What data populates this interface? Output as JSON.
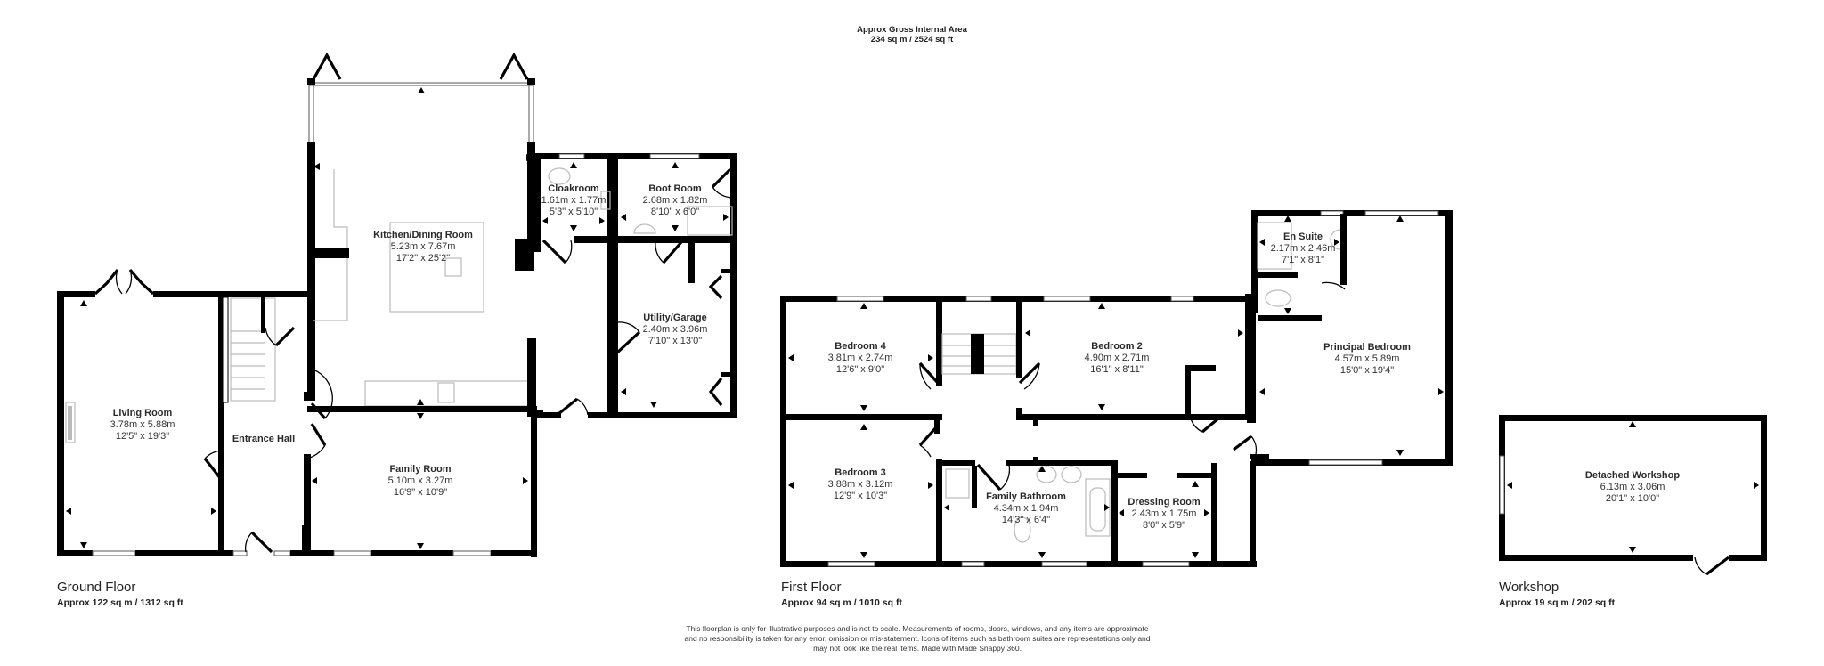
{
  "gross_area": {
    "title": "Approx Gross Internal Area",
    "value": "234 sq m / 2524 sq ft"
  },
  "floors": [
    {
      "name": "Ground Floor",
      "area": "Approx 122 sq m / 1312 sq ft",
      "rooms": [
        {
          "name": "Kitchen/Dining Room",
          "metric": "5.23m x 7.67m",
          "imperial": "17'2\" x 25'2\""
        },
        {
          "name": "Cloakroom",
          "metric": "1.61m x 1.77m",
          "imperial": "5'3\" x 5'10\""
        },
        {
          "name": "Boot Room",
          "metric": "2.68m x 1.82m",
          "imperial": "8'10\" x 6'0\""
        },
        {
          "name": "Utility/Garage",
          "metric": "2.40m x 3.96m",
          "imperial": "7'10\" x 13'0\""
        },
        {
          "name": "Living Room",
          "metric": "3.78m x 5.88m",
          "imperial": "12'5\" x 19'3\""
        },
        {
          "name": "Entrance Hall",
          "metric": "",
          "imperial": ""
        },
        {
          "name": "Family Room",
          "metric": "5.10m x 3.27m",
          "imperial": "16'9\" x 10'9\""
        }
      ]
    },
    {
      "name": "First Floor",
      "area": "Approx 94 sq m / 1010 sq ft",
      "rooms": [
        {
          "name": "Bedroom 4",
          "metric": "3.81m x 2.74m",
          "imperial": "12'6\" x 9'0\""
        },
        {
          "name": "Bedroom 2",
          "metric": "4.90m x 2.71m",
          "imperial": "16'1\" x 8'11\""
        },
        {
          "name": "Bedroom 3",
          "metric": "3.88m x 3.12m",
          "imperial": "12'9\" x 10'3\""
        },
        {
          "name": "Family Bathroom",
          "metric": "4.34m x 1.94m",
          "imperial": "14'3\" x 6'4\""
        },
        {
          "name": "Dressing Room",
          "metric": "2.43m x 1.75m",
          "imperial": "8'0\" x 5'9\""
        },
        {
          "name": "En Suite",
          "metric": "2.17m x 2.46m",
          "imperial": "7'1\" x 8'1\""
        },
        {
          "name": "Principal Bedroom",
          "metric": "4.57m x 5.89m",
          "imperial": "15'0\" x 19'4\""
        }
      ]
    },
    {
      "name": "Workshop",
      "area": "Approx 19 sq m / 202 sq ft",
      "rooms": [
        {
          "name": "Detached Workshop",
          "metric": "6.13m x 3.06m",
          "imperial": "20'1\" x 10'0\""
        }
      ]
    }
  ],
  "disclaimer": [
    "This floorplan is only for illustrative purposes and is not to scale. Measurements of rooms, doors, windows, and any items are approximate",
    "and no responsibility is taken for any error, omission or mis-statement. Icons of items such as bathroom suites are representations only and",
    "may not look like the real items. Made with Made Snappy 360."
  ]
}
